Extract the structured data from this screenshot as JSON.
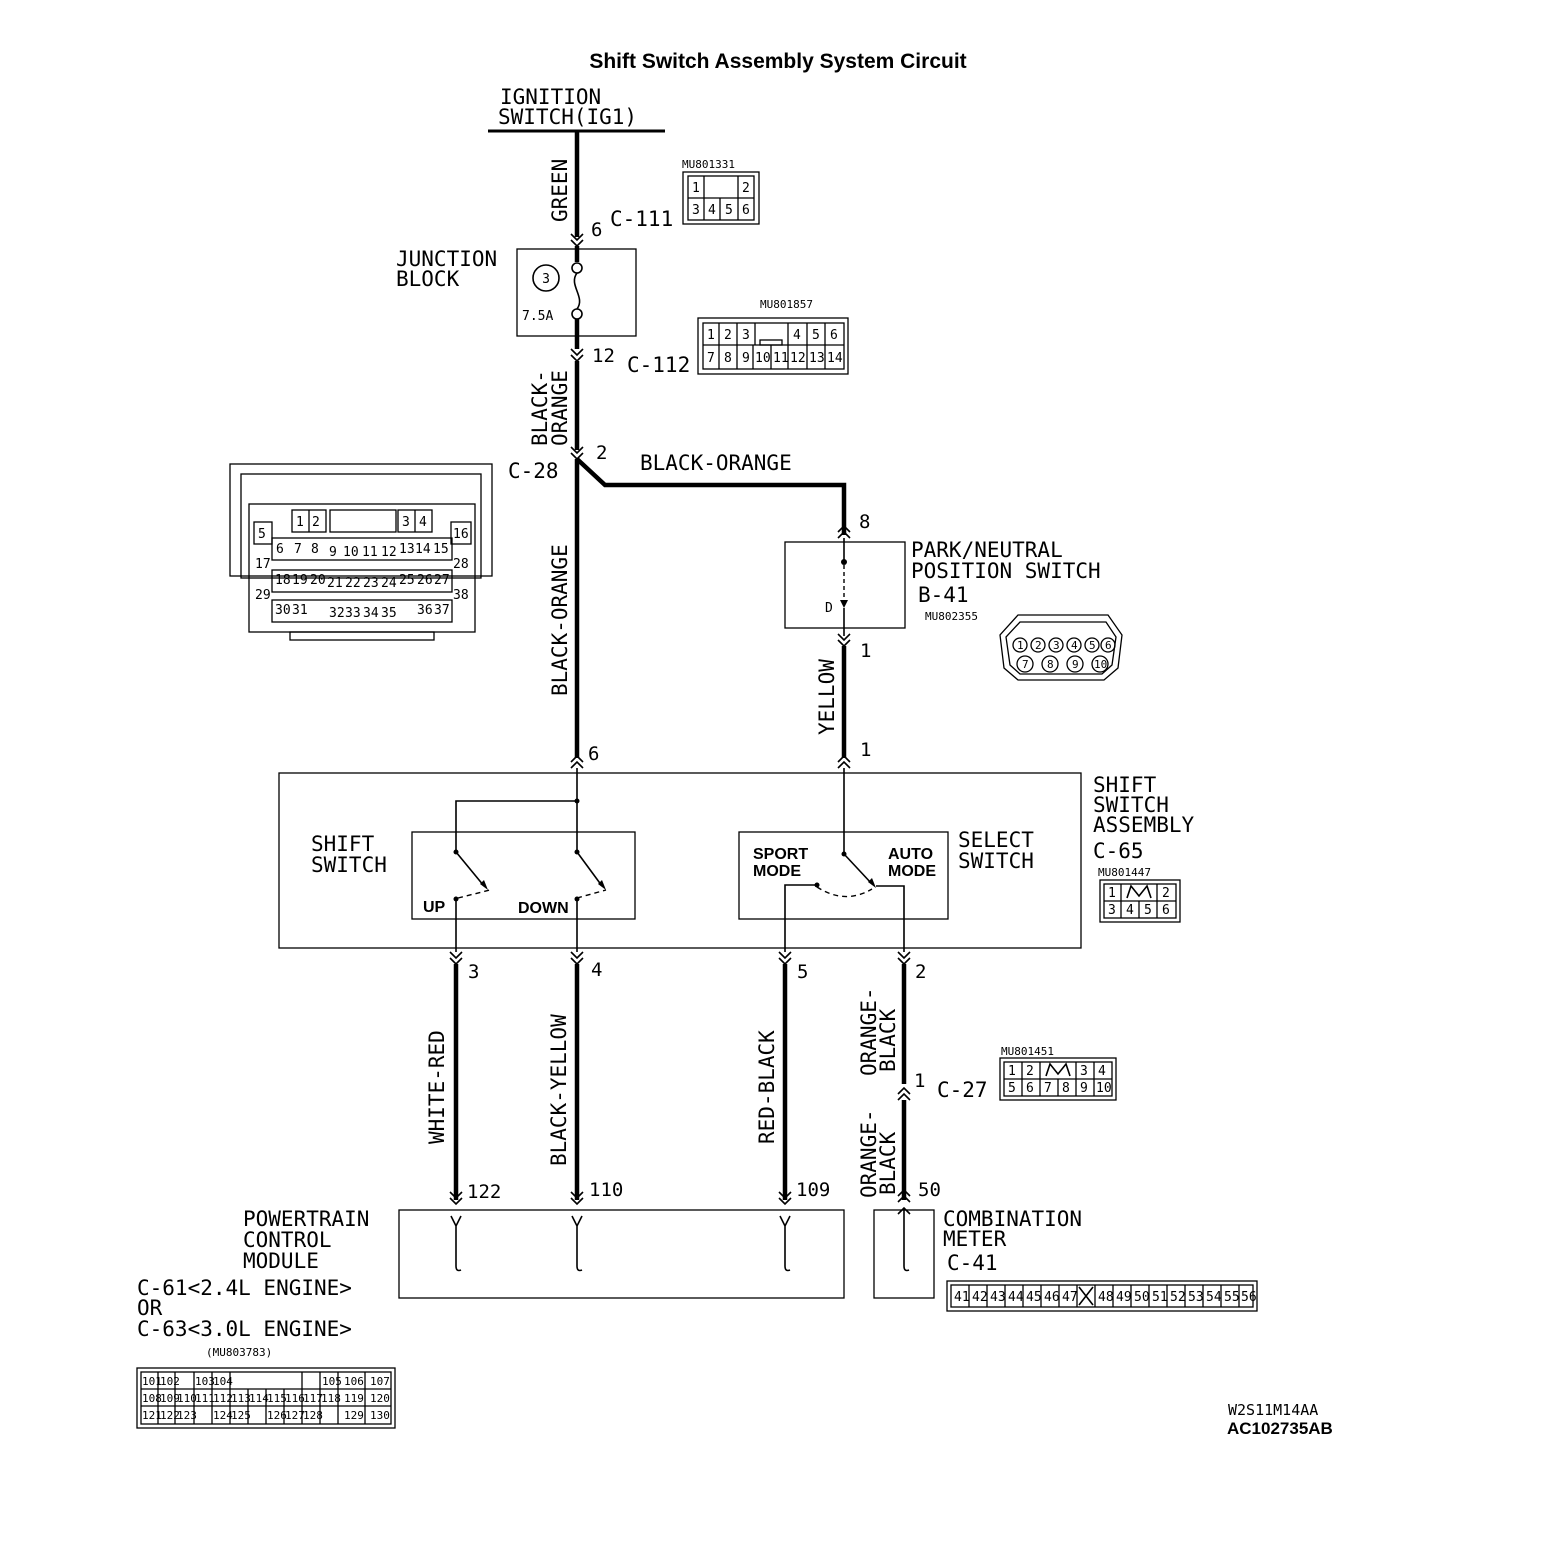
{
  "title": "Shift Switch Assembly System Circuit",
  "ignition": {
    "line1": "IGNITION",
    "line2": "SWITCH(IG1)"
  },
  "wires": {
    "green": "GREEN",
    "black_orange_top_1": "BLACK-",
    "black_orange_top_2": "ORANGE",
    "black_orange_horizontal": "BLACK-ORANGE",
    "black_orange_vertical": "BLACK-ORANGE",
    "yellow": "YELLOW",
    "white_red": "WHITE-RED",
    "black_yellow": "BLACK-YELLOW",
    "red_black": "RED-BLACK",
    "orange_black_upper_1": "ORANGE-",
    "orange_black_upper_2": "BLACK",
    "orange_black_lower_1": "ORANGE-",
    "orange_black_lower_2": "BLACK"
  },
  "connectors": {
    "c111": {
      "label": "C-111",
      "pin": "6",
      "part": "MU801331",
      "pins": [
        "1",
        "2",
        "3",
        "4",
        "5",
        "6"
      ]
    },
    "c112": {
      "label": "C-112",
      "pin": "12",
      "part": "MU801857",
      "pins": [
        "1",
        "2",
        "3",
        "4",
        "5",
        "6",
        "7",
        "8",
        "9",
        "10",
        "11",
        "12",
        "13",
        "14"
      ]
    },
    "c28": {
      "label": "C-28",
      "pin": "2",
      "pins": [
        "1",
        "2",
        "3",
        "4",
        "5",
        "6",
        "7",
        "8",
        "9",
        "10",
        "11",
        "12",
        "13",
        "14",
        "15",
        "16",
        "17",
        "18",
        "19",
        "20",
        "21",
        "22",
        "23",
        "24",
        "25",
        "26",
        "27",
        "28",
        "29",
        "30",
        "31",
        "32",
        "33",
        "34",
        "35",
        "36",
        "37",
        "38"
      ]
    },
    "b41": {
      "label": "B-41",
      "pin_top": "8",
      "pin_bottom": "1",
      "part": "MU802355",
      "pins": [
        "1",
        "2",
        "3",
        "4",
        "5",
        "6",
        "7",
        "8",
        "9",
        "10"
      ]
    },
    "c65": {
      "label": "C-65",
      "pin_6": "6",
      "pin_1": "1",
      "pin_3": "3",
      "pin_4": "4",
      "pin_5": "5",
      "pin_2": "2",
      "part": "MU801447",
      "pins": [
        "1",
        "2",
        "3",
        "4",
        "5",
        "6"
      ]
    },
    "c27": {
      "label": "C-27",
      "pin": "1",
      "part": "MU801451",
      "pins": [
        "1",
        "2",
        "3",
        "4",
        "5",
        "6",
        "7",
        "8",
        "9",
        "10"
      ]
    },
    "c41": {
      "label": "C-41",
      "pins": [
        "41",
        "42",
        "43",
        "44",
        "45",
        "46",
        "47",
        "48",
        "49",
        "50",
        "51",
        "52",
        "53",
        "54",
        "55",
        "56"
      ]
    },
    "pcm": {
      "part": "(MU803783)",
      "pins_top": [
        "101",
        "102",
        "103",
        "104",
        "105",
        "106",
        "107"
      ],
      "pins_mid": [
        "108",
        "109",
        "110",
        "111",
        "112",
        "113",
        "114",
        "115",
        "116",
        "117",
        "118",
        "119",
        "120"
      ],
      "pins_bot": [
        "121",
        "122",
        "123",
        "124",
        "125",
        "126",
        "127",
        "128",
        "129",
        "130"
      ]
    }
  },
  "junction_block": {
    "line1": "JUNCTION",
    "line2": "BLOCK",
    "fuse_no": "3",
    "fuse_rating": "7.5A"
  },
  "pn_switch": {
    "line1": "PARK/NEUTRAL",
    "line2": "POSITION SWITCH",
    "position": "D"
  },
  "shift_assembly": {
    "line1": "SHIFT",
    "line2": "SWITCH",
    "line3": "ASSEMBLY"
  },
  "shift_switch": {
    "line1": "SHIFT",
    "line2": "SWITCH",
    "up": "UP",
    "down": "DOWN"
  },
  "select_switch": {
    "line1": "SELECT",
    "line2": "SWITCH",
    "sport1": "SPORT",
    "sport2": "MODE",
    "auto1": "AUTO",
    "auto2": "MODE"
  },
  "pcm": {
    "line1": "POWERTRAIN",
    "line2": "CONTROL",
    "line3": "MODULE",
    "line4": "C-61<2.4L ENGINE>",
    "line5": "OR",
    "line6": "C-63<3.0L ENGINE>",
    "pin_122": "122",
    "pin_110": "110",
    "pin_109": "109"
  },
  "meter": {
    "line1": "COMBINATION",
    "line2": "METER",
    "pin_50": "50"
  },
  "footer": {
    "code1": "W2S11M14AA",
    "code2": "AC102735AB"
  }
}
